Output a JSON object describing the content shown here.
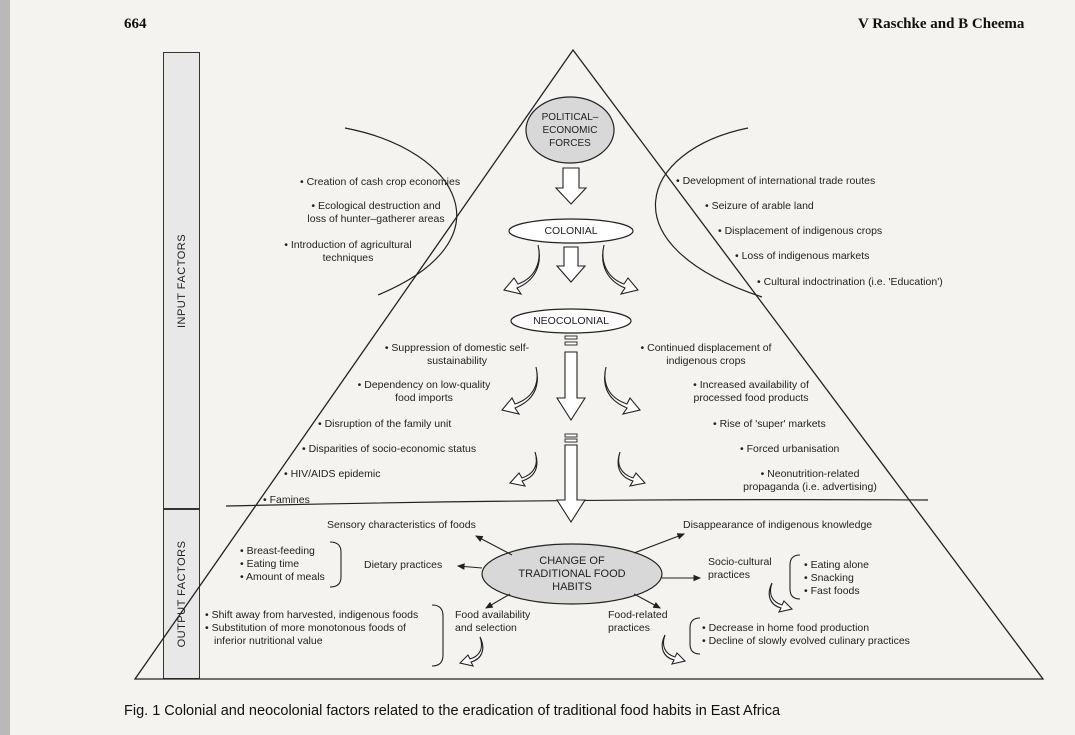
{
  "header": {
    "page_number": "664",
    "authors": "V Raschke and B Cheema"
  },
  "side_labels": {
    "input": "INPUT FACTORS",
    "output": "OUTPUT FACTORS"
  },
  "nodes": {
    "political": [
      "POLITICAL–",
      "ECONOMIC",
      "FORCES"
    ],
    "colonial": "COLONIAL",
    "neocolonial": "NEOCOLONIAL",
    "change": [
      "CHANGE OF",
      "TRADITIONAL FOOD",
      "HABITS"
    ]
  },
  "colonial_left": [
    "• Creation of cash crop economies",
    "• Ecological destruction and",
    "loss of hunter–gatherer areas",
    "• Introduction of agricultural",
    "techniques"
  ],
  "colonial_right": [
    "• Development of international trade routes",
    "• Seizure of arable land",
    "• Displacement of indigenous crops",
    "• Loss of indigenous markets",
    "• Cultural indoctrination (i.e. 'Education')"
  ],
  "neo_left": [
    "• Suppression of domestic self-",
    "sustainability",
    "• Dependency on low-quality",
    "food imports",
    "• Disruption of the family unit",
    "• Disparities of socio-economic status",
    "• HIV/AIDS epidemic",
    "• Famines"
  ],
  "neo_right": [
    "• Continued displacement of",
    "indigenous crops",
    "• Increased availability of",
    "processed food products",
    "• Rise of 'super' markets",
    "• Forced urbanisation",
    "• Neonutrition-related",
    "propaganda (i.e. advertising)"
  ],
  "outputs": {
    "sensory": "Sensory characteristics of foods",
    "indigenous_knowledge": "Disappearance of indigenous knowledge",
    "dietary": "Dietary practices",
    "dietary_items": [
      "• Breast-feeding",
      "• Eating time",
      "• Amount of meals"
    ],
    "sociocultural": [
      "Socio-cultural",
      "practices"
    ],
    "sociocultural_items": [
      "• Eating alone",
      "• Snacking",
      "• Fast foods"
    ],
    "availability": [
      "Food availability",
      "and selection"
    ],
    "availability_items": [
      "• Shift away from harvested, indigenous foods",
      "• Substitution of more monotonous foods of",
      "inferior nutritional value"
    ],
    "food_related": [
      "Food-related",
      "practices"
    ],
    "food_related_items": [
      "• Decrease in home food production",
      "• Decline of slowly evolved culinary practices"
    ]
  },
  "caption": "Fig. 1 Colonial and neocolonial factors related to the eradication of traditional food habits in East Africa"
}
